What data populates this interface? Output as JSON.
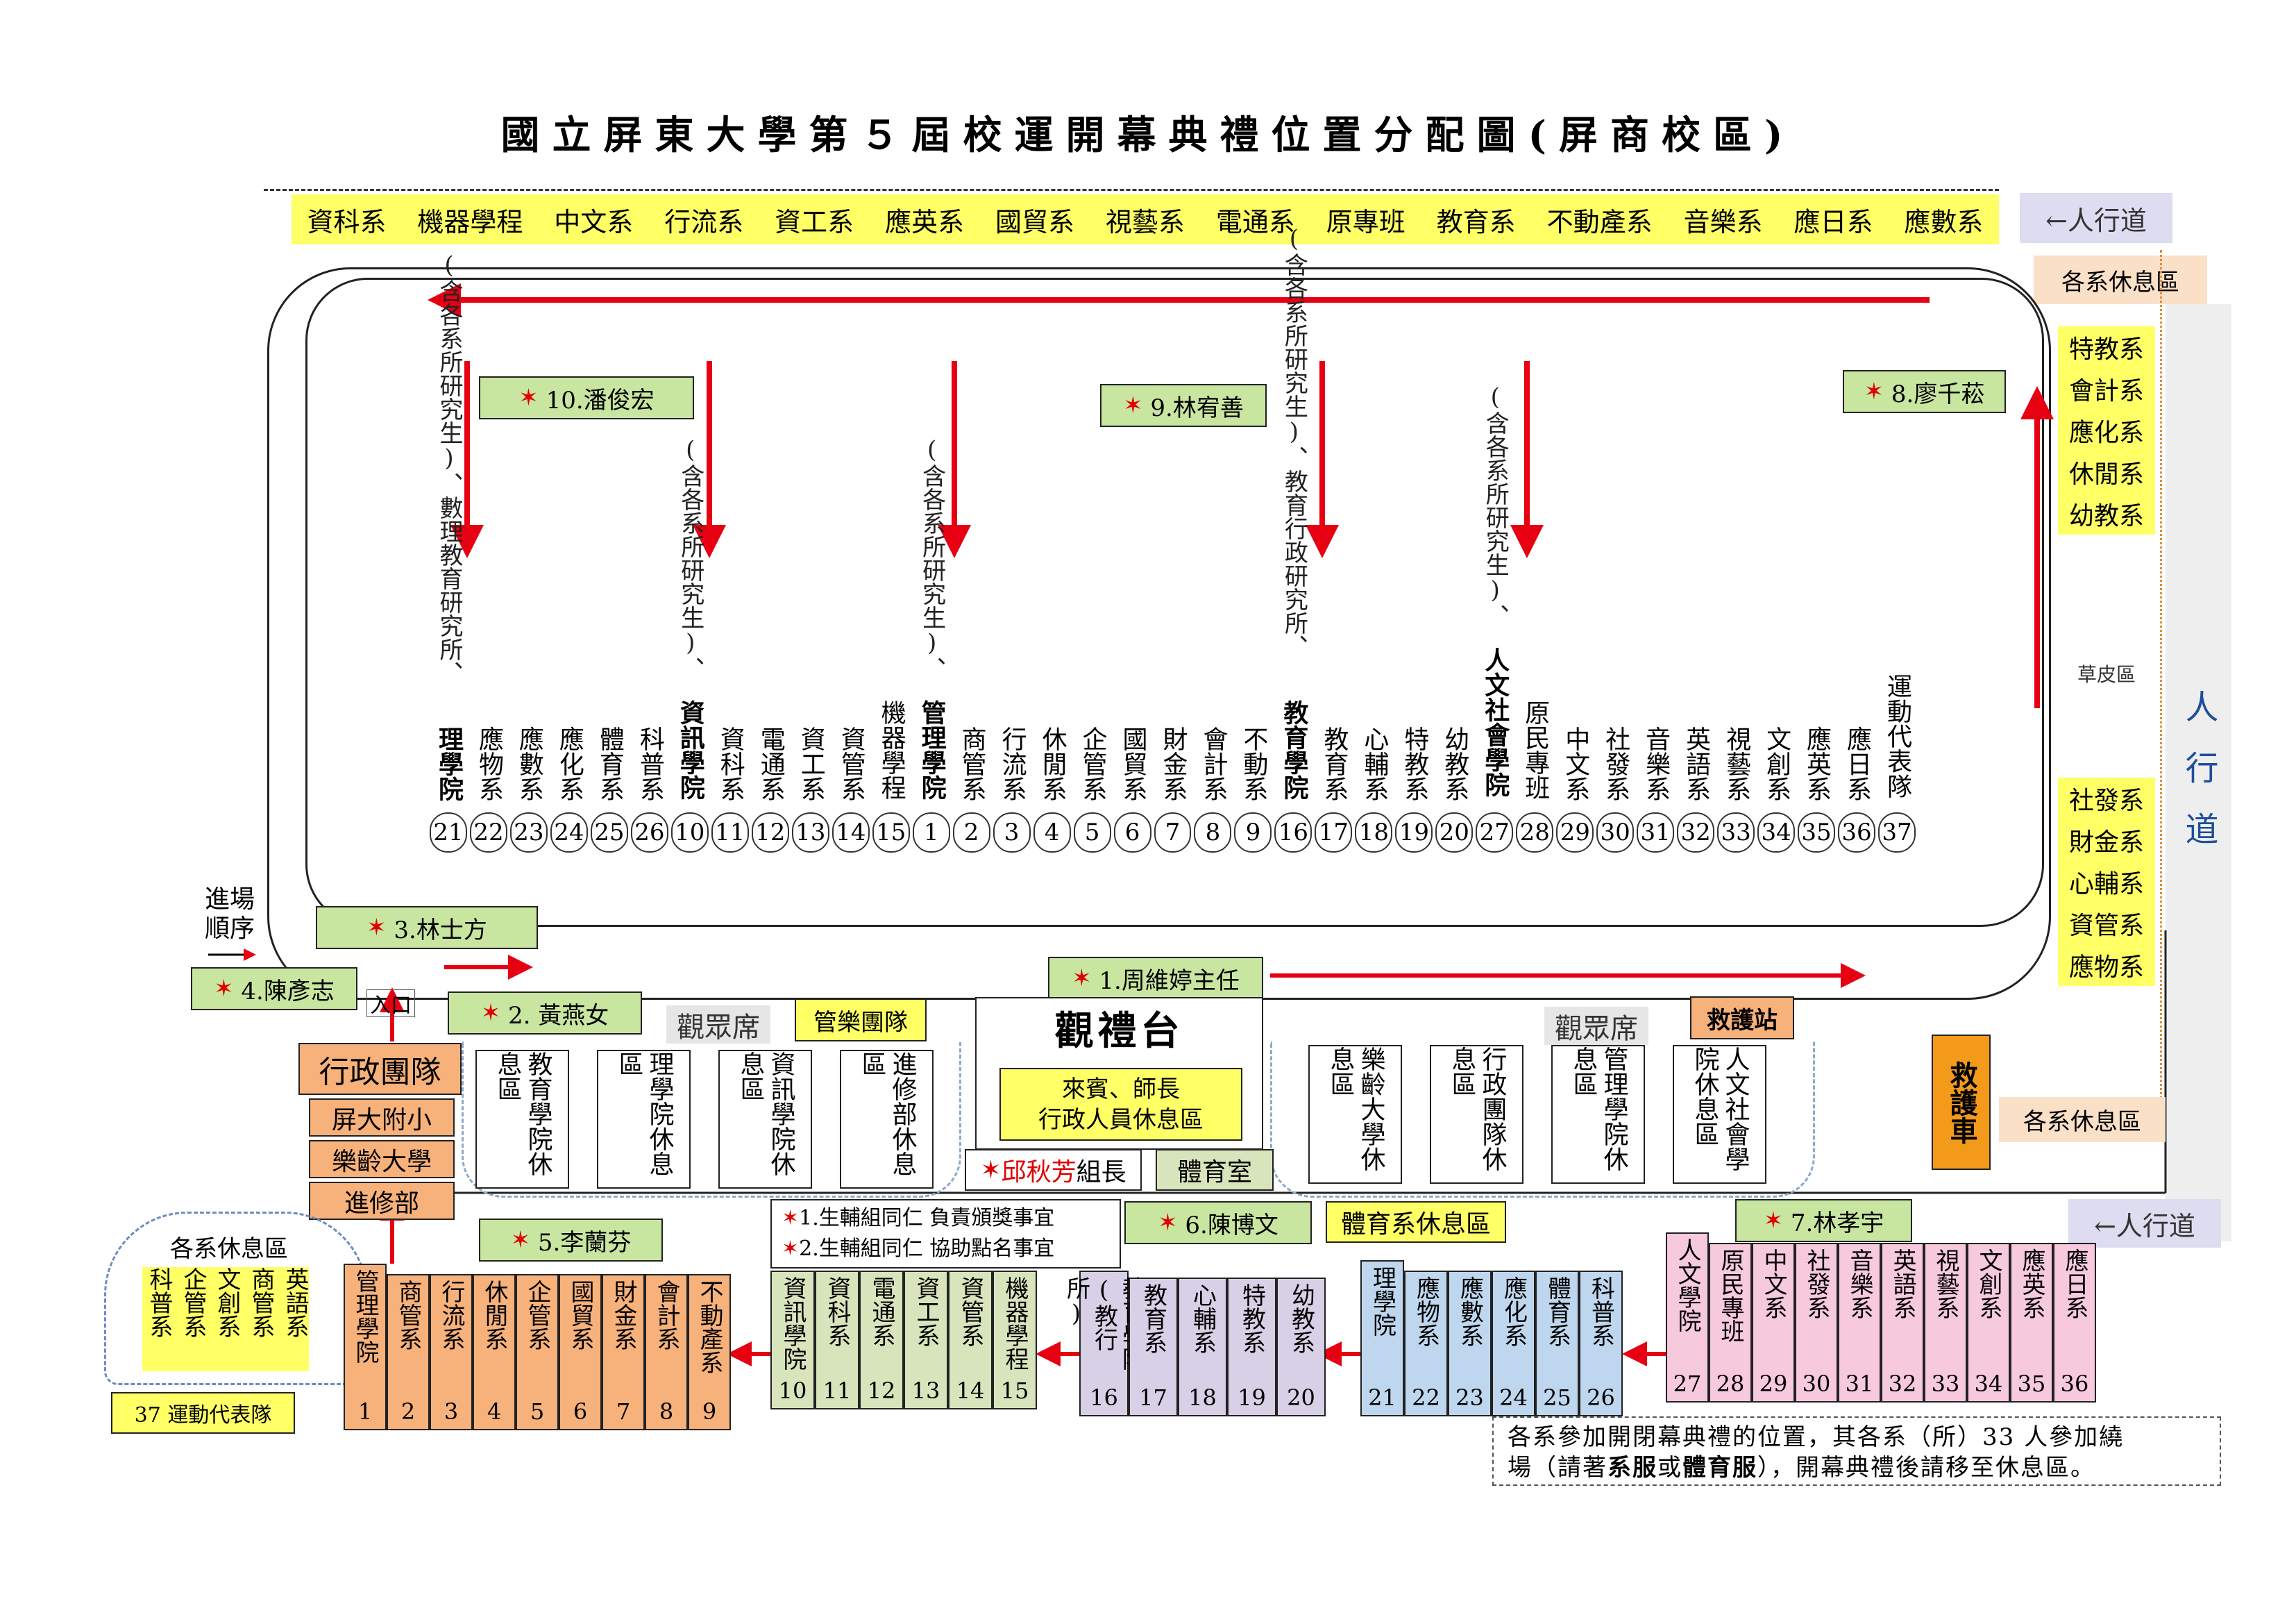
{
  "title": "國立屏東大學第５屆校運開幕典禮位置分配圖(屏商校區)",
  "top_depts": [
    "資科系",
    "機器學程",
    "中文系",
    "行流系",
    "資工系",
    "應英系",
    "國貿系",
    "視藝系",
    "電通系",
    "原專班",
    "教育系",
    "不動產系",
    "音樂系",
    "應日系",
    "應數系"
  ],
  "right_labels": {
    "walkway_top": "←人行道",
    "rest_area_top": "各系休息區",
    "right_depts_top": [
      "特教系",
      "會計系",
      "應化系",
      "休閒系",
      "幼教系"
    ],
    "grass": "草皮區",
    "walkway_vertical": "人行道",
    "right_depts_bottom": [
      "社發系",
      "財金系",
      "心輔系",
      "資管系",
      "應物系"
    ],
    "rest_area_bottom": "各系休息區",
    "walkway_bottom": "←人行道"
  },
  "columns": [
    {
      "name": "理學院",
      "num": "21",
      "college": true,
      "note": "(含各系所研究生)、數理教育研究所、"
    },
    {
      "name": "應物系",
      "num": "22"
    },
    {
      "name": "應數系",
      "num": "23"
    },
    {
      "name": "應化系",
      "num": "24"
    },
    {
      "name": "體育系",
      "num": "25"
    },
    {
      "name": "科普系",
      "num": "26"
    },
    {
      "name": "資訊學院",
      "num": "10",
      "college": true,
      "note": "(含各系所研究生)、"
    },
    {
      "name": "資科系",
      "num": "11"
    },
    {
      "name": "電通系",
      "num": "12"
    },
    {
      "name": "資工系",
      "num": "13"
    },
    {
      "name": "資管系",
      "num": "14"
    },
    {
      "name": "機器學程",
      "num": "15"
    },
    {
      "name": "管理學院",
      "num": "1",
      "college": true,
      "note": "(含各系所研究生)、"
    },
    {
      "name": "商管系",
      "num": "2"
    },
    {
      "name": "行流系",
      "num": "3"
    },
    {
      "name": "休閒系",
      "num": "4"
    },
    {
      "name": "企管系",
      "num": "5"
    },
    {
      "name": "國貿系",
      "num": "6"
    },
    {
      "name": "財金系",
      "num": "7"
    },
    {
      "name": "會計系",
      "num": "8"
    },
    {
      "name": "不動系",
      "num": "9"
    },
    {
      "name": "教育學院",
      "num": "16",
      "college": true,
      "note": "(含各系所研究生)、教育行政研究所、"
    },
    {
      "name": "教育系",
      "num": "17"
    },
    {
      "name": "心輔系",
      "num": "18"
    },
    {
      "name": "特教系",
      "num": "19"
    },
    {
      "name": "幼教系",
      "num": "20"
    },
    {
      "name": "人文社會學院",
      "num": "27",
      "college": true,
      "note": "(含各系所研究生)、"
    },
    {
      "name": "原民專班",
      "num": "28"
    },
    {
      "name": "中文系",
      "num": "29"
    },
    {
      "name": "社發系",
      "num": "30"
    },
    {
      "name": "音樂系",
      "num": "31"
    },
    {
      "name": "英語系",
      "num": "32"
    },
    {
      "name": "視藝系",
      "num": "33"
    },
    {
      "name": "文創系",
      "num": "34"
    },
    {
      "name": "應英系",
      "num": "35"
    },
    {
      "name": "應日系",
      "num": "36"
    },
    {
      "name": "運動代表隊",
      "num": "37"
    }
  ],
  "staff": [
    {
      "label": "10.潘俊宏"
    },
    {
      "label": "9.林宥善"
    },
    {
      "label": "8.廖千菘"
    },
    {
      "label": "3.林士方"
    },
    {
      "label": "4.陳彥志"
    },
    {
      "label": "2. 黃燕女"
    },
    {
      "label": "1.周維婷主任"
    },
    {
      "label": "5.李蘭芬"
    },
    {
      "label": "6.陳博文"
    },
    {
      "label": "7.林孝宇"
    }
  ],
  "star_glyph": "✶",
  "entry_order": "進場順序",
  "entrance": "入口",
  "admin_team": {
    "title": "行政團隊",
    "items": [
      "屏大附小",
      "樂齡大學",
      "進修部"
    ]
  },
  "stands_left_label": "觀眾席",
  "stands_right_label": "觀眾席",
  "band": "管樂團隊",
  "ambulance_station": "救護站",
  "ambulance_car": "救護車",
  "reviewing_stand": {
    "title": "觀禮台",
    "guest_area": "來賓、師長\n行政人員休息區"
  },
  "official": {
    "name": "邱秋芳",
    "title": "組長"
  },
  "pe_room": "體育室",
  "pe_rest": "體育系休息區",
  "rest_left": [
    "教育學院休息區",
    "理學院休息區",
    "資訊學院休息區",
    "進修部休息區"
  ],
  "rest_right": [
    "樂齡大學休息區",
    "行政團隊休息區",
    "管理學院休息區",
    "人文社會學院休息區"
  ],
  "counselor_notes": [
    "1.生輔組同仁 負責頒獎事宜",
    "2.生輔組同仁 協助點名事宜"
  ],
  "left_rest_area": {
    "title": "各系休息區",
    "depts": [
      "英語系",
      "商管系",
      "文創系",
      "企管系",
      "科普系"
    ]
  },
  "sports_team": "37 運動代表隊",
  "queue_mgmt": [
    {
      "name": "管理學院",
      "num": "1"
    },
    {
      "name": "商管系",
      "num": "2"
    },
    {
      "name": "行流系",
      "num": "3"
    },
    {
      "name": "休閒系",
      "num": "4"
    },
    {
      "name": "企管系",
      "num": "5"
    },
    {
      "name": "國貿系",
      "num": "6"
    },
    {
      "name": "財金系",
      "num": "7"
    },
    {
      "name": "會計系",
      "num": "8"
    },
    {
      "name": "不動產系",
      "num": "9"
    }
  ],
  "queue_info": [
    {
      "name": "資訊學院",
      "num": "10"
    },
    {
      "name": "資科系",
      "num": "11"
    },
    {
      "name": "電通系",
      "num": "12"
    },
    {
      "name": "資工系",
      "num": "13"
    },
    {
      "name": "資管系",
      "num": "14"
    },
    {
      "name": "機器學程",
      "num": "15"
    }
  ],
  "queue_edu": [
    {
      "name": "教育學院(教行所)",
      "num": "16"
    },
    {
      "name": "教育系",
      "num": "17"
    },
    {
      "name": "心輔系",
      "num": "18"
    },
    {
      "name": "特教系",
      "num": "19"
    },
    {
      "name": "幼教系",
      "num": "20"
    }
  ],
  "queue_sci": [
    {
      "name": "理學院",
      "num": "21"
    },
    {
      "name": "應物系",
      "num": "22"
    },
    {
      "name": "應數系",
      "num": "23"
    },
    {
      "name": "應化系",
      "num": "24"
    },
    {
      "name": "體育系",
      "num": "25"
    },
    {
      "name": "科普系",
      "num": "26"
    }
  ],
  "queue_hum": [
    {
      "name": "人文學院",
      "num": "27"
    },
    {
      "name": "原民專班",
      "num": "28"
    },
    {
      "name": "中文系",
      "num": "29"
    },
    {
      "name": "社發系",
      "num": "30"
    },
    {
      "name": "音樂系",
      "num": "31"
    },
    {
      "name": "英語系",
      "num": "32"
    },
    {
      "name": "視藝系",
      "num": "33"
    },
    {
      "name": "文創系",
      "num": "34"
    },
    {
      "name": "應英系",
      "num": "35"
    },
    {
      "name": "應日系",
      "num": "36"
    }
  ],
  "footnote_line1": "各系參加開閉幕典禮的位置，其各系（所）33 人參加繞",
  "footnote_line2_a": "場（請著",
  "footnote_line2_b": "系服",
  "footnote_line2_c": "或",
  "footnote_line2_d": "體育服",
  "footnote_line2_e": "），開幕典禮後請移至休息區。",
  "colors": {
    "arrow": "#e60012",
    "green": "#c9e6a1",
    "yellow": "#ffff66",
    "orange": "#f7b17a",
    "pink": "#f6c9dc",
    "blue": "#bfd7ee",
    "lavender": "#d8d0e6"
  }
}
